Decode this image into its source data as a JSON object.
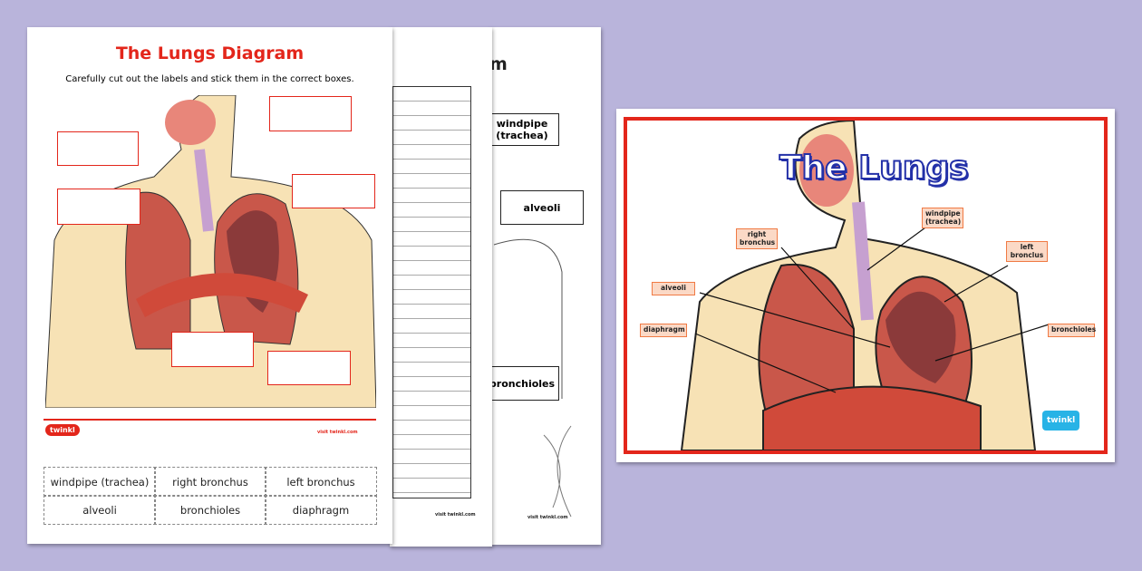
{
  "worksheet": {
    "title": "The Lungs Diagram",
    "instructions": "Carefully cut out the labels and stick them in the correct boxes.",
    "footer_link": "visit twinkl.com",
    "logo": "twinkl",
    "cut_labels": [
      "windpipe (trachea)",
      "right bronchus",
      "left bronchus",
      "alveoli",
      "bronchioles",
      "diaphragm"
    ]
  },
  "back_page": {
    "title_fragment": "m",
    "footer_link": "visit twinkl.com",
    "labels": [
      "windpipe (trachea)",
      "alveoli",
      "bronchioles"
    ]
  },
  "poster": {
    "title": "The Lungs",
    "logo": "twinkl",
    "labels": {
      "windpipe": "windpipe (trachea)",
      "right_bronchus": "right bronchus",
      "left_bronchus": "left bronclus",
      "alveoli": "alveoli",
      "diaphragm": "diaphragm",
      "bronchioles": "bronchioles"
    }
  },
  "colors": {
    "background": "#b9b4db",
    "accent_red": "#e3261b",
    "skin": "#f7e2b5",
    "lung": "#c9574a"
  }
}
